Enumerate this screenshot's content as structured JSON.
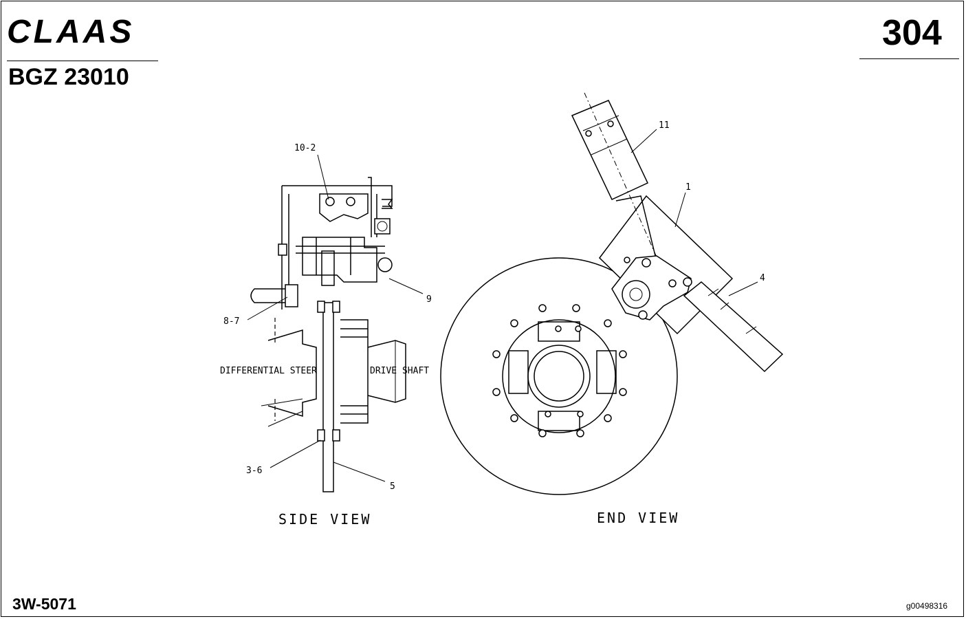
{
  "header": {
    "brand": "CLAAS",
    "model": "BGZ 23010",
    "page_number": "304"
  },
  "footer": {
    "doc_code": "3W-5071",
    "image_id": "g00498316"
  },
  "diagram": {
    "callouts": {
      "c10_2": "10-2",
      "c9": "9",
      "c8_7": "8-7",
      "c3_6": "3-6",
      "c5": "5",
      "c11": "11",
      "c1": "1",
      "c4": "4"
    },
    "labels": {
      "differential_steer": "DIFFERENTIAL STEER",
      "drive_shaft": "DRIVE SHAFT"
    },
    "captions": {
      "side_view": "SIDE VIEW",
      "end_view": "END VIEW"
    }
  }
}
